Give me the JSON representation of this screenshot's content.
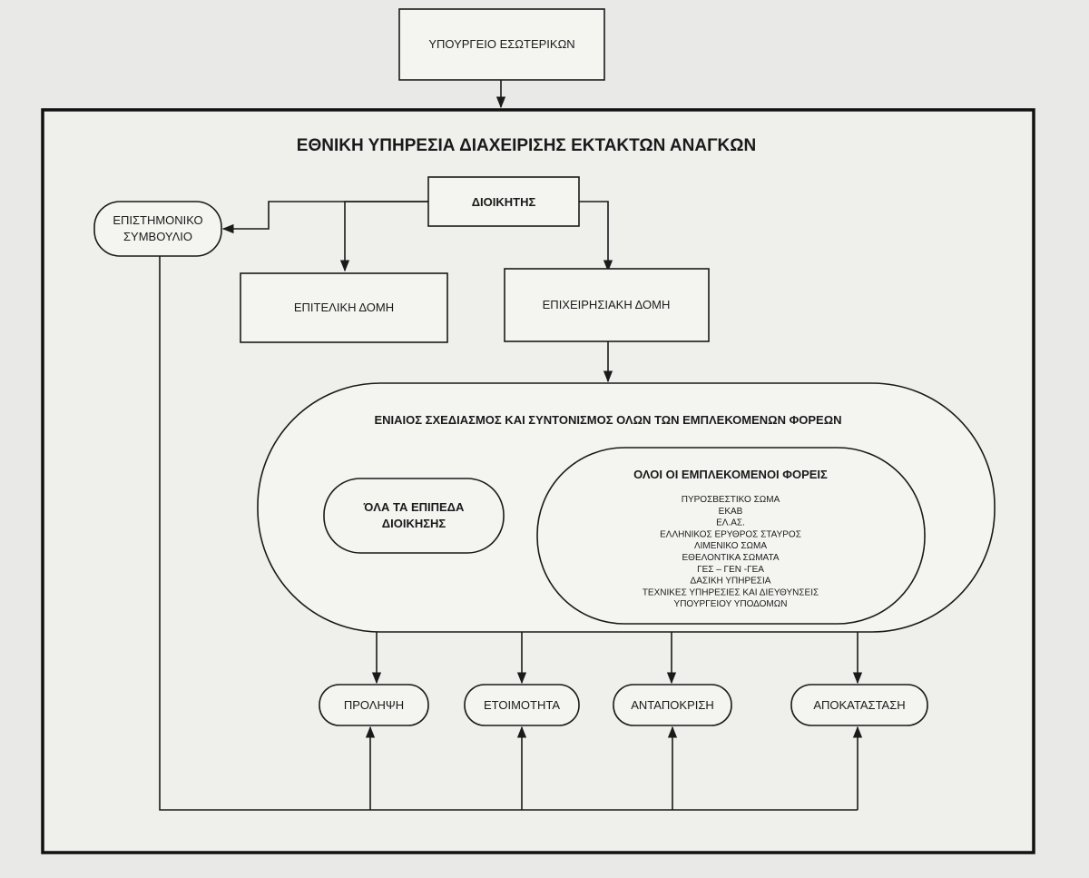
{
  "ministry": "ΥΠΟΥΡΓΕΙΟ ΕΣΩΤΕΡΙΚΩΝ",
  "title": "ΕΘΝΙΚΗ ΥΠΗΡΕΣΙΑ ΔΙΑΧΕΙΡΙΣΗΣ ΕΚΤΑΚΤΩΝ ΑΝΑΓΚΩΝ",
  "director": "ΔΙΟΙΚΗΤΗΣ",
  "scientific_council": [
    "ΕΠΙΣΤΗΜΟΝΙΚΟ",
    "ΣΥΜΒΟΥΛΙΟ"
  ],
  "staff_structure": "ΕΠΙΤΕΛΙΚΗ ΔΟΜΗ",
  "operational_structure": "ΕΠΙΧΕΙΡΗΣΙΑΚΗ ΔΟΜΗ",
  "coordination": "ΕΝΙΑΙΟΣ ΣΧΕΔΙΑΣΜΟΣ ΚΑΙ ΣΥΝΤΟΝΙΣΜΟΣ ΟΛΩΝ ΤΩΝ ΕΜΠΛΕΚΟΜΕΝΩΝ ΦΟΡΕΩΝ",
  "admin_levels": [
    "ΌΛΑ ΤΑ ΕΠΙΠΕΔΑ",
    "ΔΙΟΙΚΗΣΗΣ"
  ],
  "agencies_title": "ΟΛΟΙ ΟΙ ΕΜΠΛΕΚΟΜΕΝΟΙ ΦΟΡΕΙΣ",
  "agencies": [
    "ΠΥΡΟΣΒΕΣΤΙΚΟ ΣΩΜΑ",
    "ΕΚΑΒ",
    "ΕΛ.ΑΣ.",
    "ΕΛΛΗΝΙΚΟΣ ΕΡΥΘΡΟΣ ΣΤΑΥΡΟΣ",
    "ΛΙΜΕΝΙΚΟ ΣΩΜΑ",
    "ΕΘΕΛΟΝΤΙΚΑ ΣΩΜΑΤΑ",
    "ΓΕΣ – ΓΕΝ -ΓΕΑ",
    "ΔΑΣΙΚΗ ΥΠΗΡΕΣΙΑ",
    "ΤΕΧΝΙΚΕΣ ΥΠΗΡΕΣΙΕΣ ΚΑΙ ΔΙΕΥΘΥΝΣΕΙΣ",
    "ΥΠΟΥΡΓΕΙΟΥ ΥΠΟΔΟΜΩΝ"
  ],
  "phases": [
    "ΠΡΟΛΗΨΗ",
    "ΕΤΟΙΜΟΤΗΤΑ",
    "ΑΝΤΑΠΟΚΡΙΣΗ",
    "ΑΠΟΚΑΤΑΣΤΑΣΗ"
  ]
}
